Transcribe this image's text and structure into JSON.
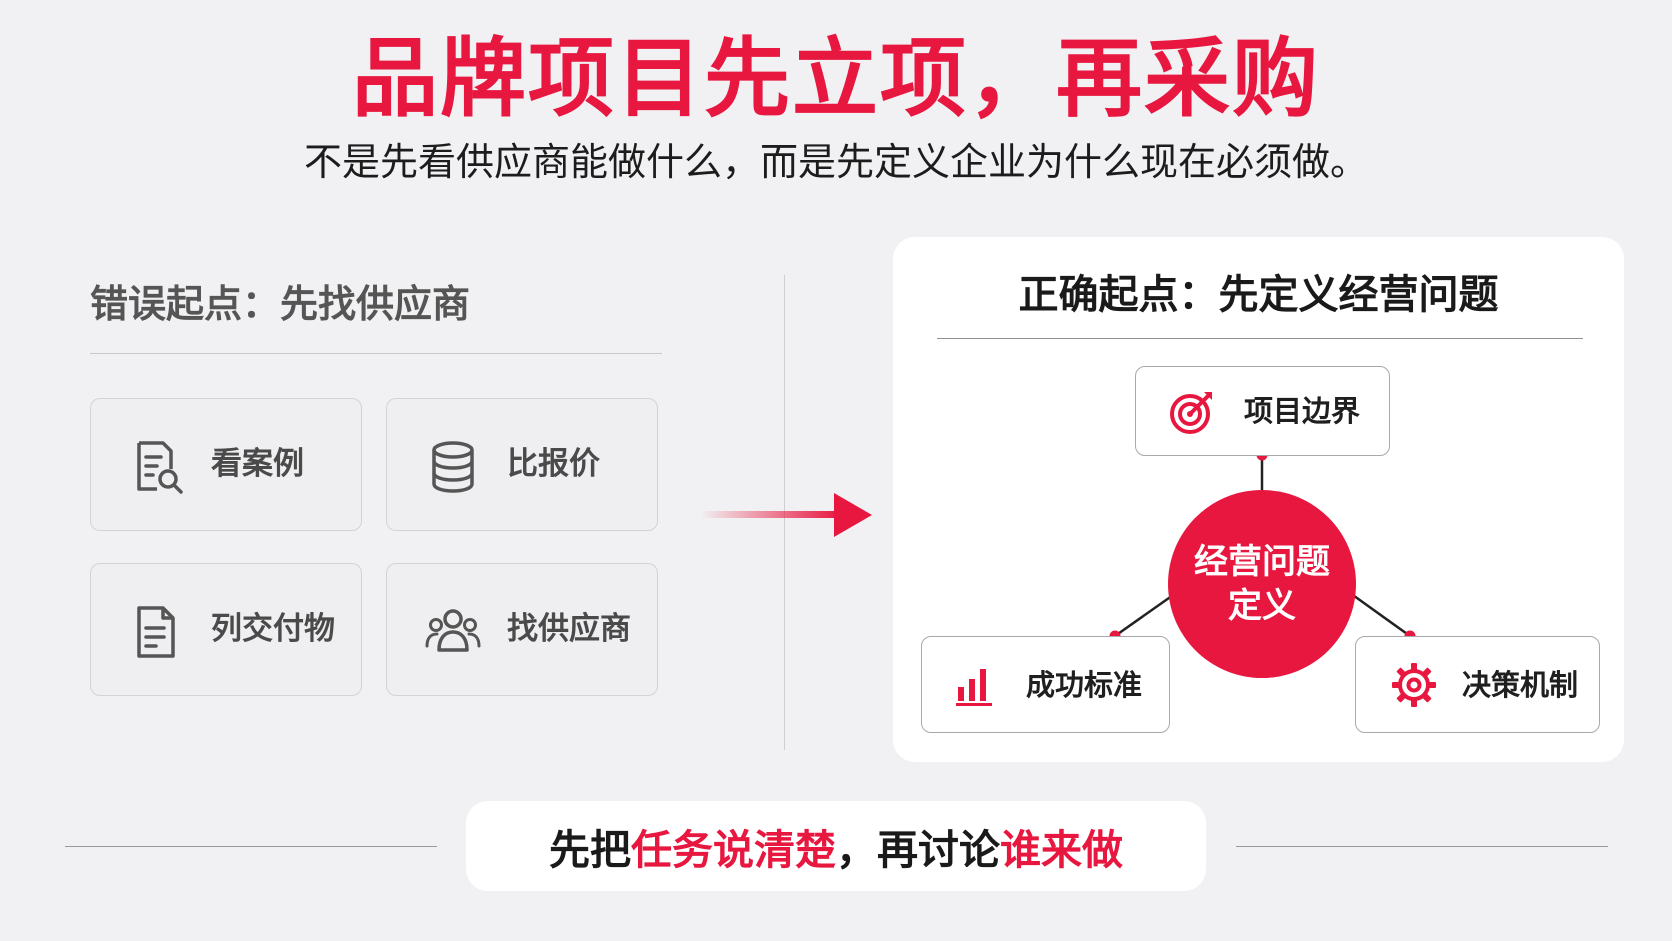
{
  "title": "品牌项目先立项，再采购",
  "subtitle": "不是先看供应商能做什么，而是先定义企业为什么现在必须做。",
  "left": {
    "heading": "错误起点：先找供应商",
    "cards": [
      {
        "label": "看案例",
        "icon": "document-search-icon"
      },
      {
        "label": "比报价",
        "icon": "database-icon"
      },
      {
        "label": "列交付物",
        "icon": "document-list-icon"
      },
      {
        "label": "找供应商",
        "icon": "users-icon"
      }
    ]
  },
  "right": {
    "heading": "正确起点：先定义经营问题",
    "center": {
      "line1": "经营问题",
      "line2": "定义"
    },
    "nodes": {
      "top": {
        "label": "项目边界",
        "icon": "target-icon"
      },
      "left": {
        "label": "成功标准",
        "icon": "bar-chart-icon"
      },
      "right": {
        "label": "决策机制",
        "icon": "gear-icon"
      }
    }
  },
  "bottom": {
    "part1": "先把",
    "part2": "任务说清楚",
    "part3": "，再讨论",
    "part4": "谁来做"
  },
  "colors": {
    "accent": "#e8173f",
    "background": "#f1f1f3",
    "panel": "#ffffff"
  }
}
